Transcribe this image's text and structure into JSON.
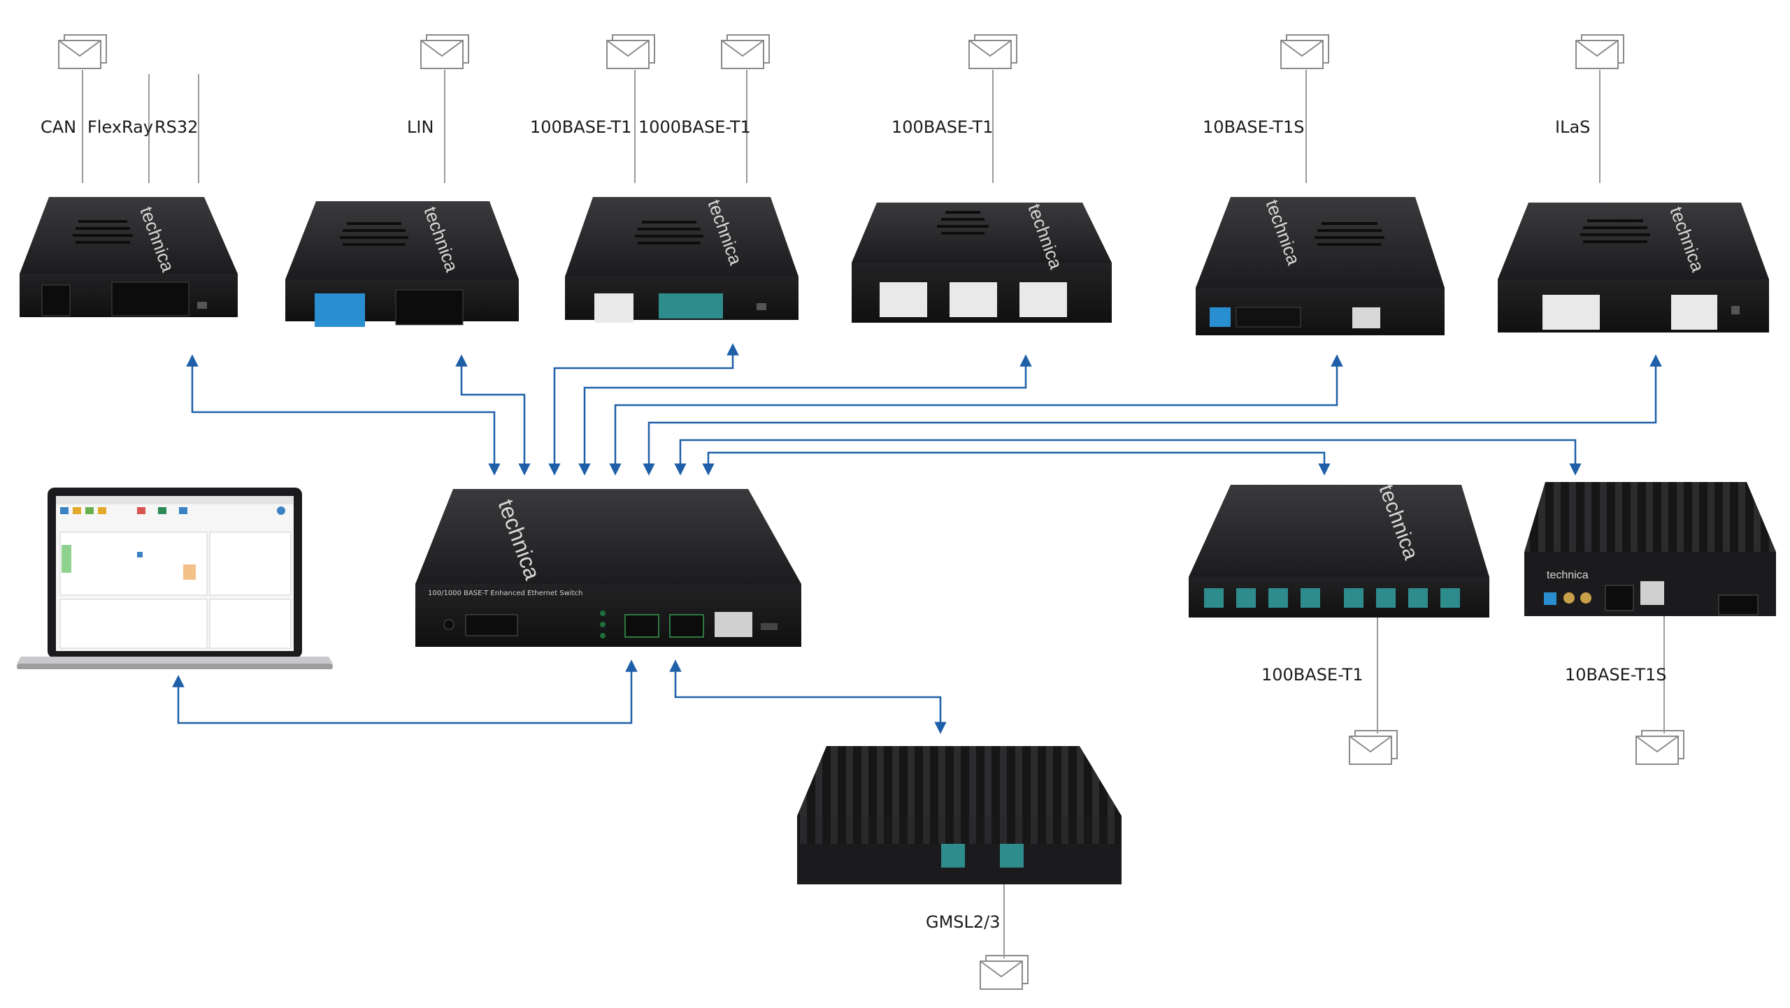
{
  "colors": {
    "arrow": "#1f5fa8",
    "device_dark": "#1e1e20",
    "device_top": "#2a2a2c",
    "connector_white": "#e9e9e9",
    "connector_teal": "#2f8c8c",
    "connector_blue": "#2a8fd0"
  },
  "icons": {
    "message": "envelope-icon"
  },
  "brand": "technica",
  "top_labels": {
    "can": "CAN",
    "flexray": "FlexRay",
    "rs32": "RS32",
    "lin": "LIN",
    "t1_100": "100BASE-T1",
    "t1_1000": "1000BASE-T1",
    "t1_100b": "100BASE-T1",
    "t1s": "10BASE-T1S",
    "ilas": "ILaS"
  },
  "right_labels": {
    "t1_100": "100BASE-T1",
    "t1s": "10BASE-T1S"
  },
  "bottom_label": "GMSL2/3",
  "switch_label": "100/1000 BASE-T Enhanced Ethernet Switch"
}
